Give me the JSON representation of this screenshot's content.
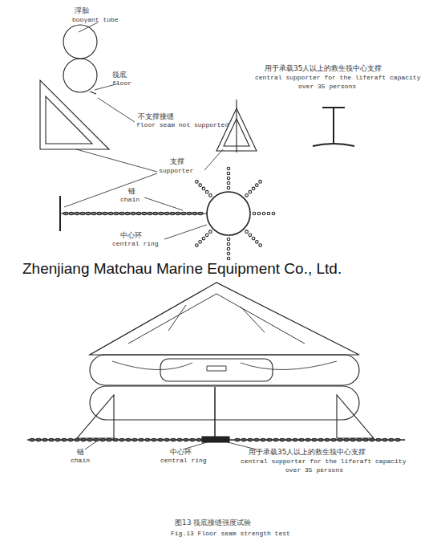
{
  "diagram": {
    "caption": "图13 筏底接缝强度试验",
    "labels": [
      "浮胎",
      "buoyant tube",
      "筏底",
      "floor",
      "不支撑接缝",
      "floor seam not supported",
      "用于承载35人以上的救生筏中心支撑",
      "central supporter for the liferaft capacity",
      "over 35 persons",
      "支撑",
      "supporter",
      "链",
      "chain",
      "中心环",
      "central ring",
      "Zhenjiang Matchau Marine Equipment Co., Ltd.",
      "链",
      "chain",
      "中心环",
      "central ring",
      "用于承载35人以上的救生筏中心支撑",
      "central supporter for the liferaft capacity",
      "over 35 persons",
      "Fig.13 Floor seam strength test"
    ]
  }
}
